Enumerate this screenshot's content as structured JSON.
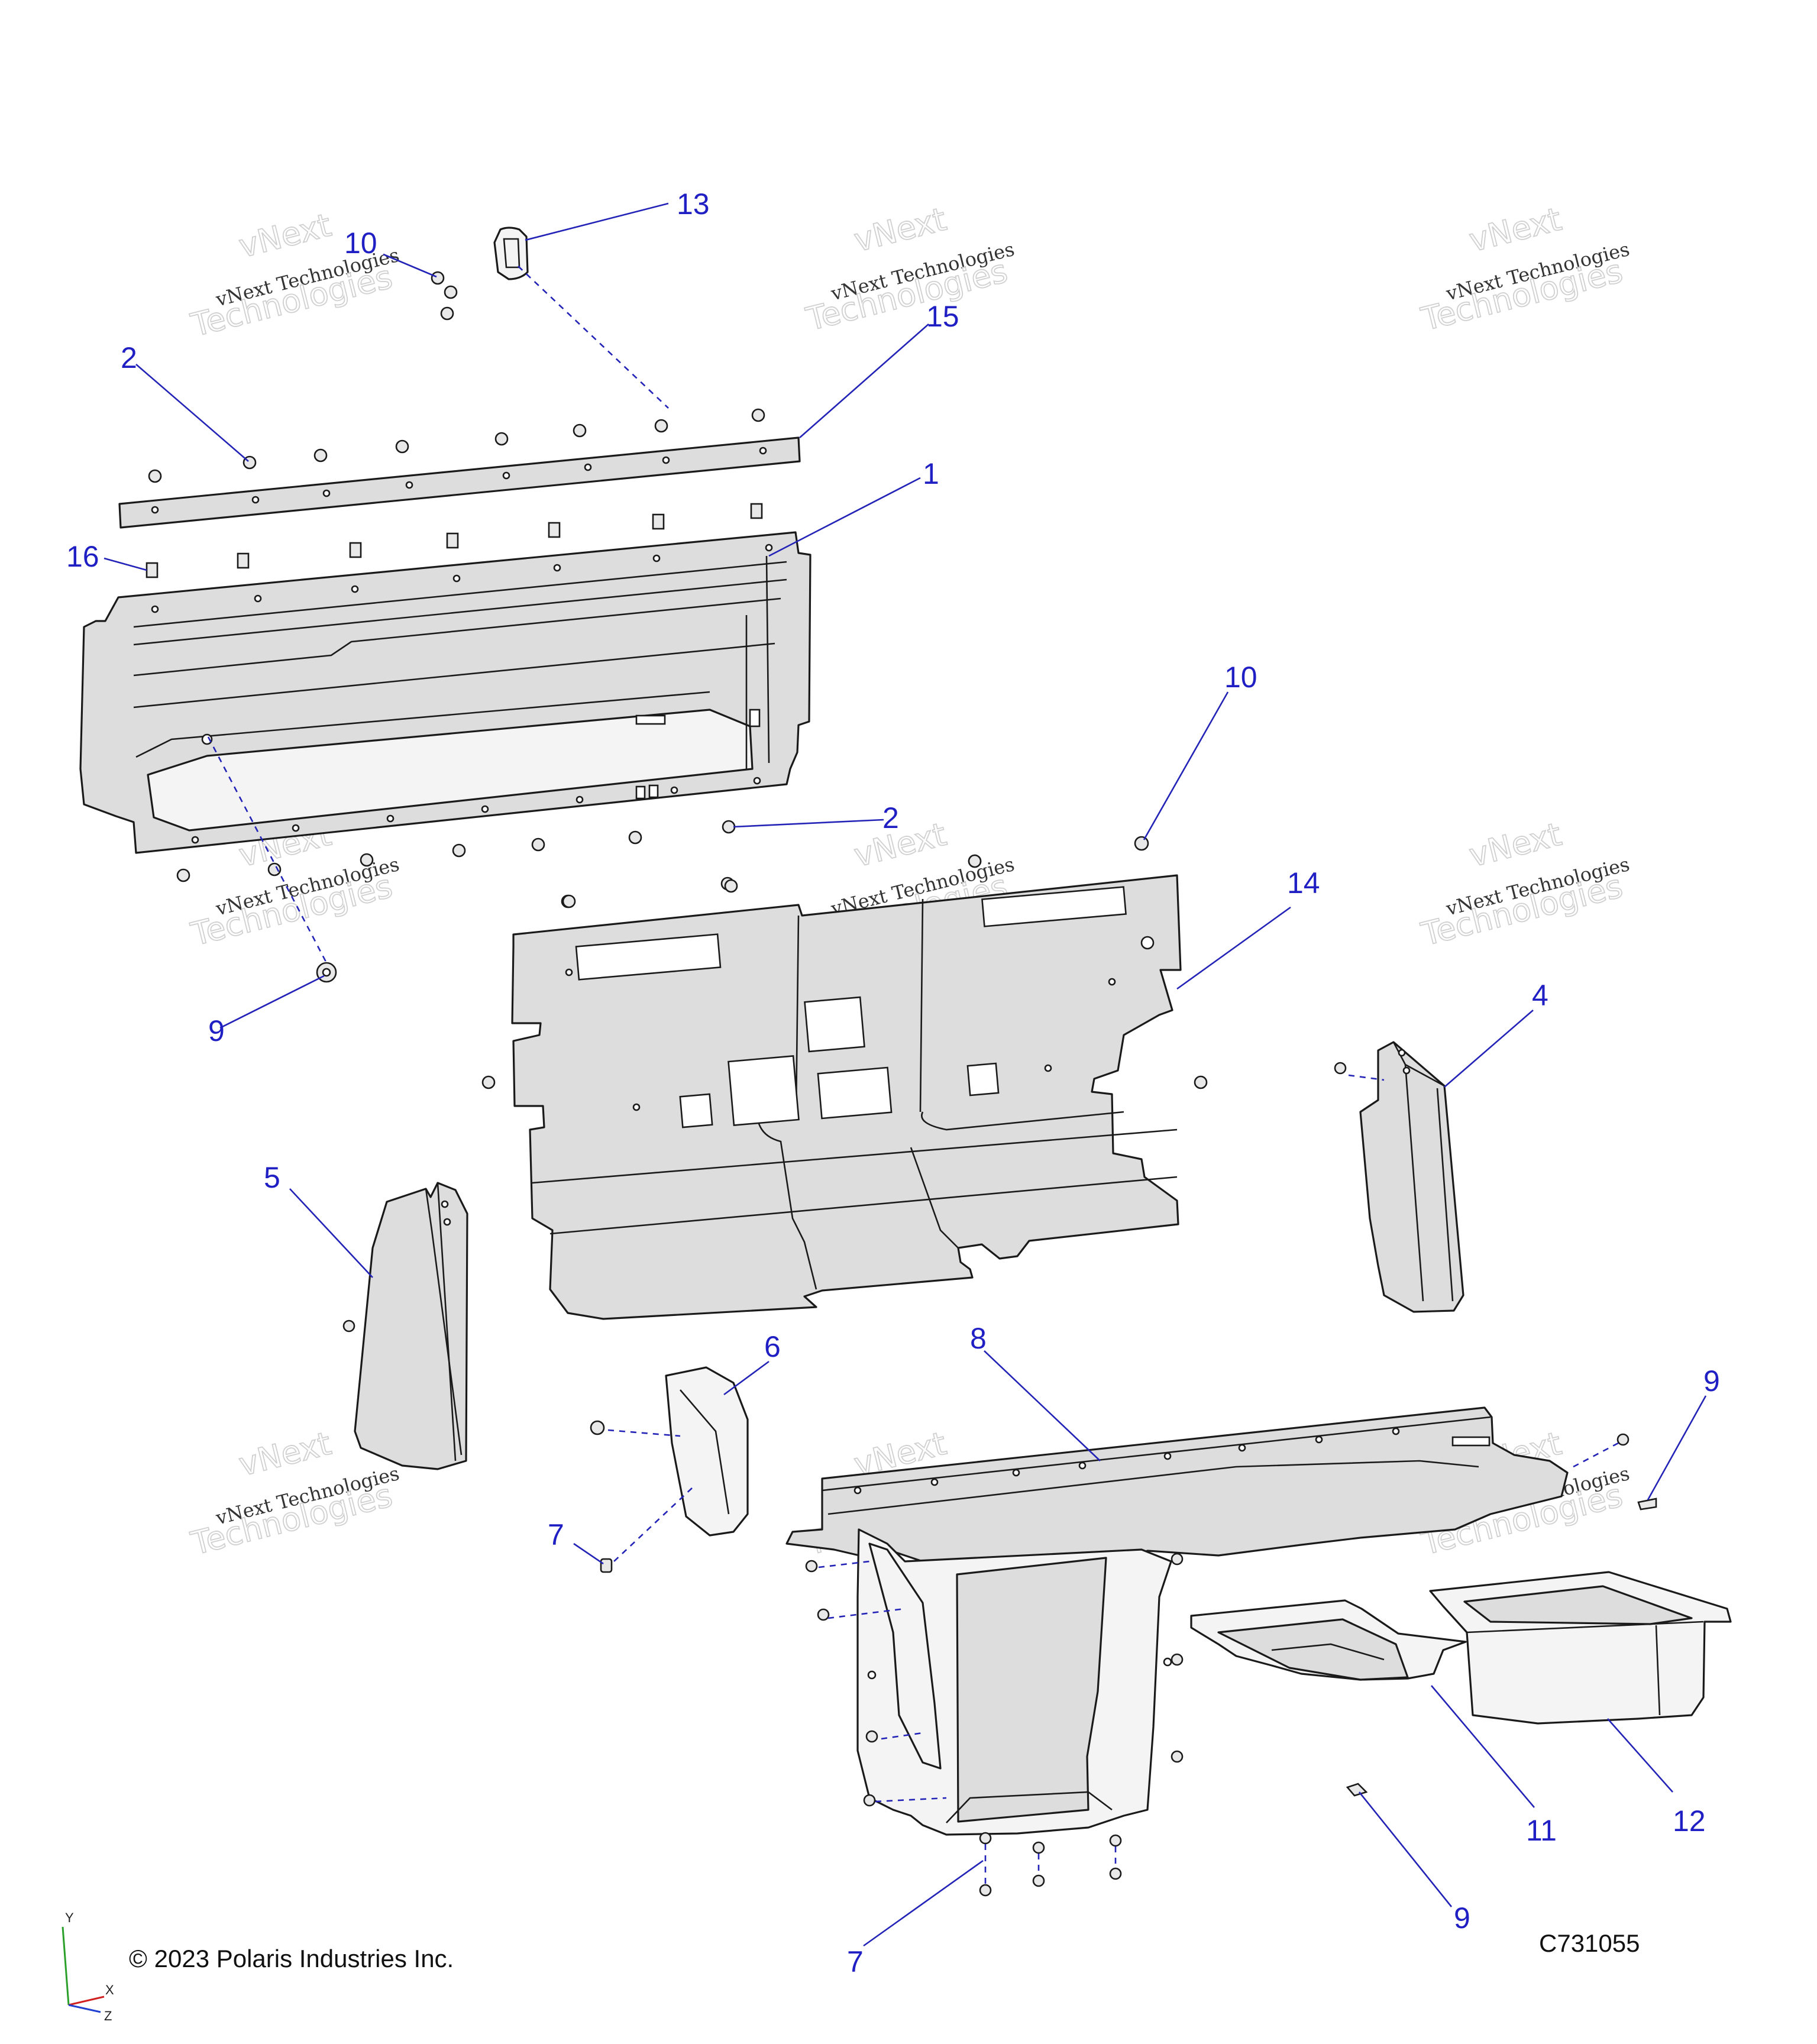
{
  "copyright": "© 2023 Polaris Industries Inc.",
  "figure_id": "C731055",
  "watermark": {
    "line1": "vNext Technologies",
    "line2": "vNext",
    "line3": "Technologies"
  },
  "axes": {
    "y": "Y",
    "x": "X",
    "z": "Z"
  },
  "axis_colors": {
    "y": "#2aa02a",
    "x": "#d02020",
    "z": "#2040d0"
  },
  "callout_color": "#1f1fc4",
  "callouts": {
    "c1": "1",
    "c2a": "2",
    "c2b": "2",
    "c4": "4",
    "c5": "5",
    "c6": "6",
    "c7a": "7",
    "c7b": "7",
    "c8": "8",
    "c9a": "9",
    "c9b": "9",
    "c9c": "9",
    "c10a": "10",
    "c10b": "10",
    "c11": "11",
    "c12": "12",
    "c13": "13",
    "c14": "14",
    "c15": "15",
    "c16": "16"
  }
}
